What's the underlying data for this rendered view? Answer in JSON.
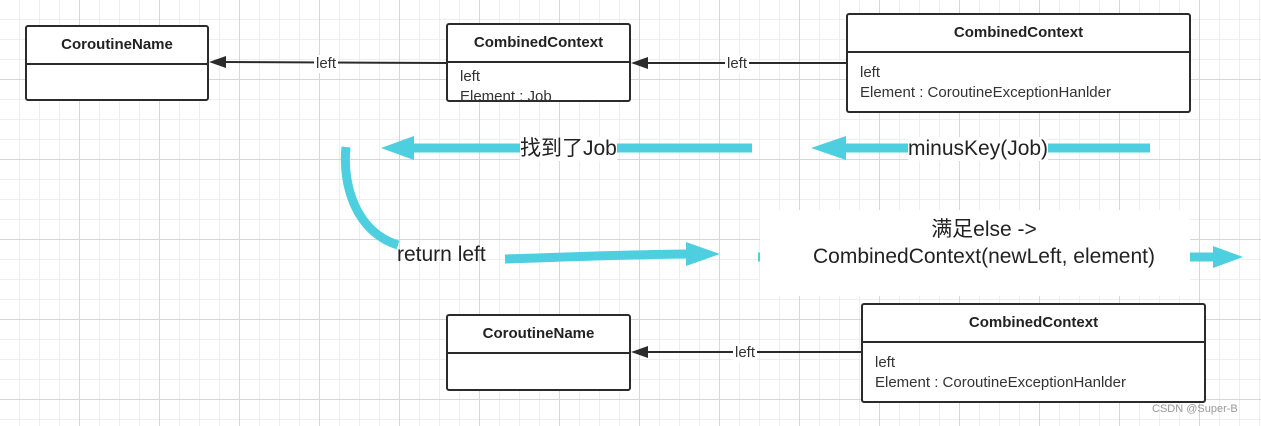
{
  "top_row": {
    "node_name": {
      "title": "CoroutineName"
    },
    "node_ctx_job": {
      "title": "CombinedContext",
      "attrs": [
        "left",
        "Element : Job"
      ]
    },
    "node_ctx_handler": {
      "title": "CombinedContext",
      "attrs": [
        "left",
        "Element : CoroutineExceptionHanlder"
      ]
    },
    "edge_label_1": "left",
    "edge_label_2": "left"
  },
  "annotations": {
    "found_job": "找到了Job",
    "minus_key": "minusKey(Job)",
    "return_left": "return left",
    "else_line1": "满足else ->",
    "else_line2": "CombinedContext(newLeft, element)"
  },
  "bottom_row": {
    "node_name": {
      "title": "CoroutineName"
    },
    "node_ctx_handler": {
      "title": "CombinedContext",
      "attrs": [
        "left",
        "Element : CoroutineExceptionHanlder"
      ]
    },
    "edge_label": "left"
  },
  "watermark": "CSDN @Super-B",
  "colors": {
    "accent_arrow": "#4ECFE0",
    "line": "#2b2b2b"
  }
}
